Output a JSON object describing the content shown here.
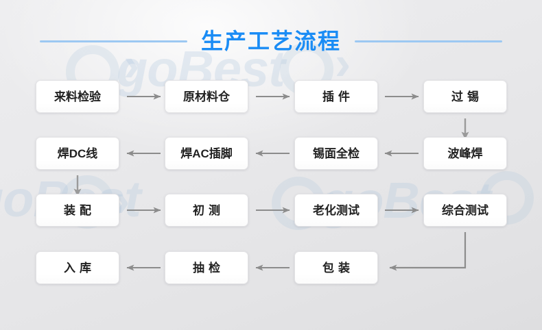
{
  "title": "生产工艺流程",
  "watermark": {
    "text": "goBest",
    "chevron": "›"
  },
  "colors": {
    "title": "#1a8cf5",
    "rule": "#9cc8f2",
    "box_fill": "#ffffff",
    "box_border": "#e3e3e5",
    "text": "#212121",
    "arrow": "#8c8c8c",
    "background": "#e9e9eb"
  },
  "flow": {
    "rows": [
      {
        "id": "row-1",
        "direction": "left-to-right",
        "nodes": [
          {
            "id": "node-incoming-inspection",
            "label": "来料检验",
            "spaced": false
          },
          {
            "id": "node-raw-material-warehouse",
            "label": "原材料仓",
            "spaced": false
          },
          {
            "id": "node-insertion",
            "label": "插件",
            "spaced": true
          },
          {
            "id": "node-tinning",
            "label": "过锡",
            "spaced": true
          }
        ]
      },
      {
        "id": "row-2",
        "direction": "right-to-left",
        "nodes": [
          {
            "id": "node-solder-dc-wire",
            "label": "焊DC线",
            "spaced": false
          },
          {
            "id": "node-solder-ac-pin",
            "label": "焊AC插脚",
            "spaced": false
          },
          {
            "id": "node-tin-surface-inspection",
            "label": "锡面全检",
            "spaced": false
          },
          {
            "id": "node-wave-soldering",
            "label": "波峰焊",
            "spaced": false
          }
        ]
      },
      {
        "id": "row-3",
        "direction": "left-to-right",
        "nodes": [
          {
            "id": "node-assembly",
            "label": "装配",
            "spaced": true
          },
          {
            "id": "node-first-test",
            "label": "初测",
            "spaced": true
          },
          {
            "id": "node-aging-test",
            "label": "老化测试",
            "spaced": false
          },
          {
            "id": "node-comprehensive-test",
            "label": "综合测试",
            "spaced": false
          }
        ]
      },
      {
        "id": "row-4",
        "direction": "right-to-left",
        "nodes": [
          {
            "id": "node-warehousing",
            "label": "入库",
            "spaced": true
          },
          {
            "id": "node-sampling-inspection",
            "label": "抽检",
            "spaced": true
          },
          {
            "id": "node-packaging",
            "label": "包装",
            "spaced": true
          }
        ]
      }
    ],
    "connectors": [
      {
        "id": "arrow-r1-c1-c2",
        "type": "arrow-right"
      },
      {
        "id": "arrow-r1-c2-c3",
        "type": "arrow-right"
      },
      {
        "id": "arrow-r1-c3-c4",
        "type": "arrow-right"
      },
      {
        "id": "arrow-r1c4-down-r2c4",
        "type": "arrow-down"
      },
      {
        "id": "arrow-r2-c4-c3",
        "type": "arrow-left"
      },
      {
        "id": "arrow-r2-c3-c2",
        "type": "arrow-left"
      },
      {
        "id": "arrow-r2-c2-c1",
        "type": "arrow-left"
      },
      {
        "id": "arrow-r2c1-down-r3c1",
        "type": "arrow-down"
      },
      {
        "id": "arrow-r3-c1-c2",
        "type": "arrow-right"
      },
      {
        "id": "arrow-r3-c2-c3",
        "type": "arrow-right"
      },
      {
        "id": "arrow-r3-c3-c4",
        "type": "arrow-right"
      },
      {
        "id": "elbow-r3c4-to-r4c3",
        "type": "elbow-down-left"
      },
      {
        "id": "arrow-r4-c3-c2",
        "type": "arrow-left"
      },
      {
        "id": "arrow-r4-c2-c1",
        "type": "arrow-left"
      }
    ]
  }
}
